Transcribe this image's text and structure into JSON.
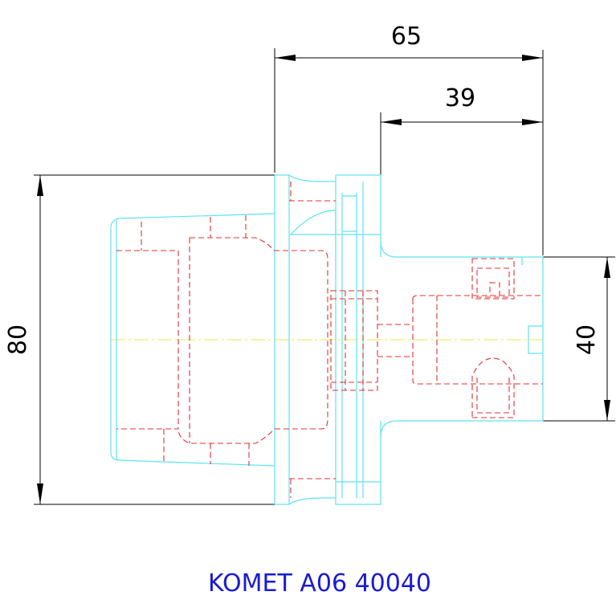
{
  "dimensions": {
    "overall_length": "65",
    "flange_offset": "39",
    "height": "80",
    "shank_diameter": "40"
  },
  "title": "KOMET A06 40040",
  "colors": {
    "outline": "#5fe3f0",
    "hidden": "#e03030",
    "centerline": "#e8e84a",
    "dimension": "#000000",
    "title": "#1a1ad6"
  }
}
